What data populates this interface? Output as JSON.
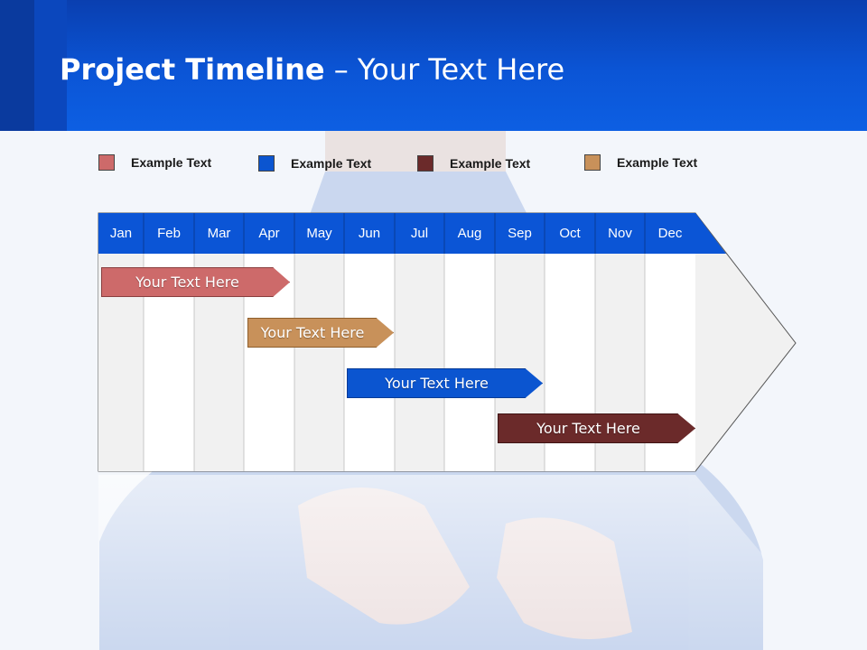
{
  "title": {
    "bold": "Project Timeline",
    "rest": " – Your Text Here"
  },
  "legend": [
    {
      "label": "Example Text",
      "color": "#cd6a6a"
    },
    {
      "label": "Example Text",
      "color": "#0b55d0"
    },
    {
      "label": "Example Text",
      "color": "#6b2a2a"
    },
    {
      "label": "Example Text",
      "color": "#c8915a"
    }
  ],
  "months": [
    "Jan",
    "Feb",
    "Mar",
    "Apr",
    "May",
    "Jun",
    "Jul",
    "Aug",
    "Sep",
    "Oct",
    "Nov",
    "Dec"
  ],
  "bars": [
    {
      "label": "Your  Text Here",
      "color": "#cd6a6a"
    },
    {
      "label": "Your  Text Here",
      "color": "#c8915a"
    },
    {
      "label": "Your  Text Here",
      "color": "#0b55d0"
    },
    {
      "label": "Your  Text Here",
      "color": "#6b2a2a"
    }
  ],
  "colors": {
    "header": "#0b55d6",
    "month_bar": "#0b55d6"
  }
}
